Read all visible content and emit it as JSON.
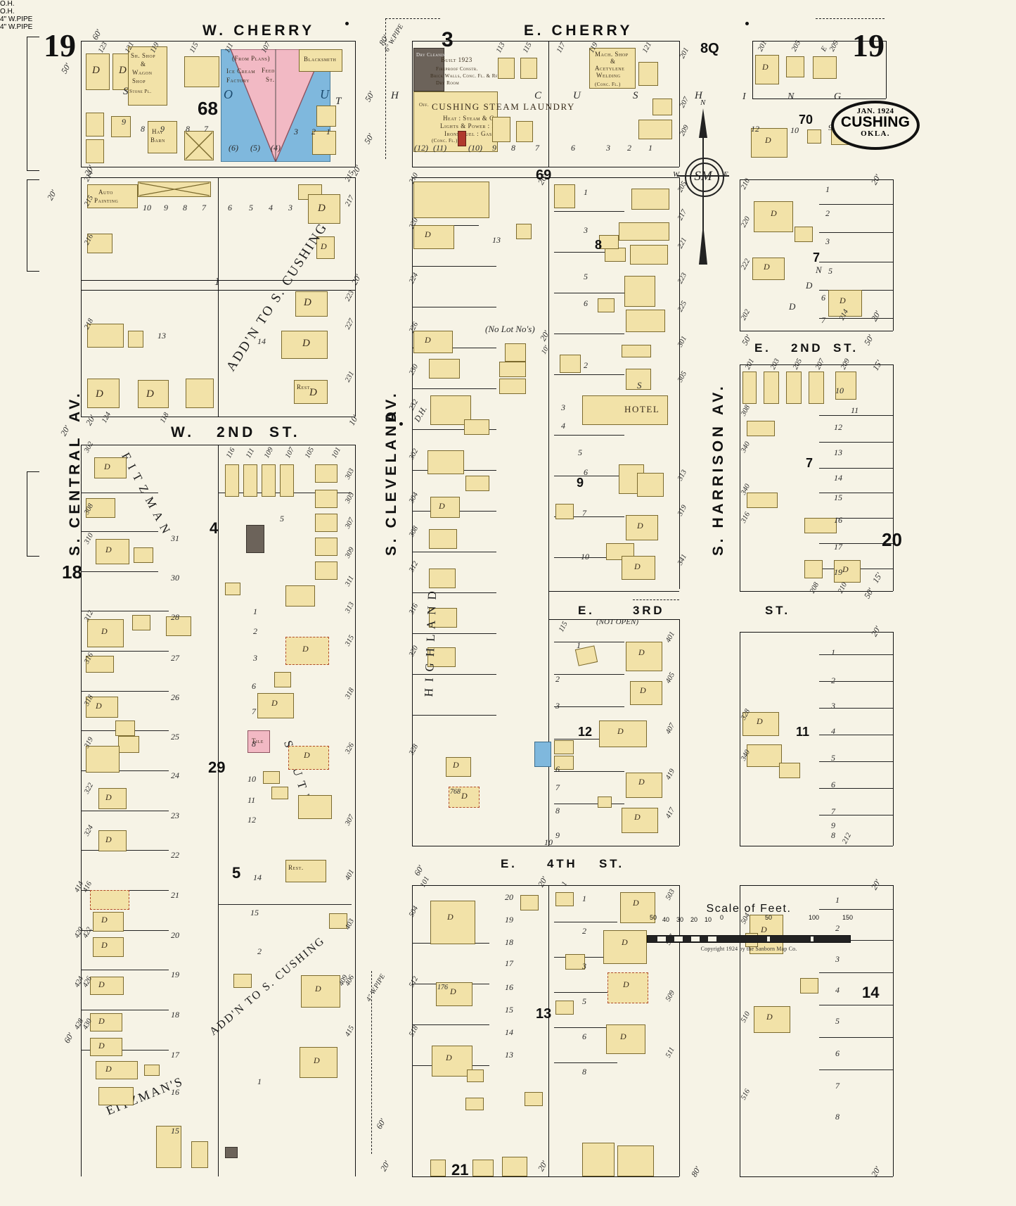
{
  "sheet": {
    "number_left": "19",
    "number_right": "19",
    "cartouche": {
      "date": "JAN. 1924",
      "city": "CUSHING",
      "state": "OKLA."
    },
    "copyright": "Copyright 1924 by the Sanborn Map Co.",
    "compass": {
      "n": "N",
      "e": "E",
      "s": "W",
      "w": "W",
      "monogram": "SM"
    }
  },
  "scale": {
    "title": "Scale of Feet.",
    "ticks": [
      "50",
      "40",
      "30",
      "20",
      "10",
      "0",
      "50",
      "100",
      "150"
    ]
  },
  "streets": {
    "w_cherry": "W. CHERRY",
    "e_cherry": "E. CHERRY",
    "s_central": "S. CENTRAL",
    "s_central_av": "AV.",
    "w_2nd": "W.",
    "w_2nd_b": "2ND",
    "w_2nd_c": "ST.",
    "s_cleveland": "S. CLEVELAND",
    "s_cleveland_av": "AV.",
    "s_harrison": "S. HARRISON",
    "s_harrison_av": "AV.",
    "e_2nd": "E.",
    "e_2nd_b": "2ND",
    "e_2nd_c": "ST.",
    "e_3rd": "E.",
    "e_3rd_b": "3RD",
    "e_3rd_c": "ST.",
    "e_3rd_note": "(NOT OPEN)",
    "e_4th": "E.",
    "e_4th_b": "4TH",
    "e_4th_c": "ST."
  },
  "diagonals": {
    "addn_cushing_upper": "ADD'N TO S. CUSHING",
    "addn_cushing_lower": "ADD'N TO S. CUSHING",
    "eitzmans": "EITZMAN'S",
    "high": "H I G H L A N D",
    "south": "S O U T H",
    "fitzman": "F I T Z M A N"
  },
  "block_numbers": {
    "b68": "68",
    "b3": "3",
    "b69": "69",
    "b18": "18",
    "b20": "20",
    "b4": "4",
    "b29": "29",
    "b5": "5",
    "b7a": "7",
    "b7b": "7",
    "b8": "8",
    "b9": "9",
    "b11": "11",
    "b12": "12",
    "b13": "13",
    "b14": "14",
    "b21": "21",
    "b70": "70",
    "b8Q": "8Q"
  },
  "features": {
    "ice_cream": {
      "l1": "(From  Plans)",
      "l2": "Ice Cream",
      "l3": "Factory",
      "l4": "Feed",
      "l5": "St."
    },
    "blacksmith": "Blacksmith",
    "hay_barn_1": "Hay",
    "hay_barn_2": "Barn",
    "auto_1": "Auto",
    "auto_2": "Painting",
    "laundry": {
      "name": "CUSHING STEAM LAUNDRY",
      "l1": "Heat : Steam & Gas",
      "l2": "Lights & Power : Elec.",
      "l3": "Irons Fuel : Gas",
      "l4": "(Conc. Fl.)",
      "built": "Built 1923",
      "constr1": "Fireproof Constr.",
      "constr2": "Brick Walls, Conc. Fl. & Rf.",
      "constr3": "Dry Room",
      "dry": "Dry Cleaning",
      "office": "Off."
    },
    "mach_shop": {
      "l1": "Mach. Shop",
      "l2": "&",
      "l3": "Acetylene",
      "l4": "Welding",
      "l5": "(Conc. Fl.)"
    },
    "hotel": "HOTEL",
    "sheet_metal": {
      "l1": "Sh. Shop",
      "l2": "&",
      "l3": "Wagon",
      "l4": "Shop"
    },
    "stone_pl": "Stone Pl.",
    "no_lot_nos": "(No Lot  No's)",
    "tile": "Tile",
    "rest": "Rest.",
    "pipe_left": "4\" W.PIPE",
    "pipe_right": "4\" W.PIPE",
    "pipe_vert": "6\" W.PIPE",
    "oh_left": "O.H.",
    "oh_mid": "D.H.",
    "oh_right": "O.H."
  },
  "dimensions": {
    "d60a": "60'",
    "d80": "80'",
    "d50a": "50'",
    "d20a": "20'",
    "d20b": "20'",
    "d20c": "20'",
    "d20d": "20'",
    "d20e": "20'",
    "d15a": "15'",
    "d15b": "15'",
    "d10a": "10'",
    "d50b": "50'",
    "d50c": "50'",
    "d50d": "50'",
    "d60b": "60'",
    "d60c": "60'",
    "d80b": "80'"
  },
  "lot_numbers": {
    "row_a": [
      "123",
      "121",
      "119",
      "115",
      "111",
      "107"
    ],
    "row_b": [
      "113",
      "115",
      "117",
      "119",
      "121"
    ],
    "row_c": [
      "201",
      "205",
      "209"
    ],
    "row_d": [
      "124",
      "118"
    ],
    "row_e": [
      "116",
      "111",
      "109",
      "107",
      "105",
      "101"
    ],
    "row_f": [
      "201",
      "203",
      "205",
      "207",
      "209"
    ],
    "row_g": [
      "208",
      "210"
    ],
    "row_h": [
      "101"
    ],
    "row_i": [
      "115"
    ]
  }
}
